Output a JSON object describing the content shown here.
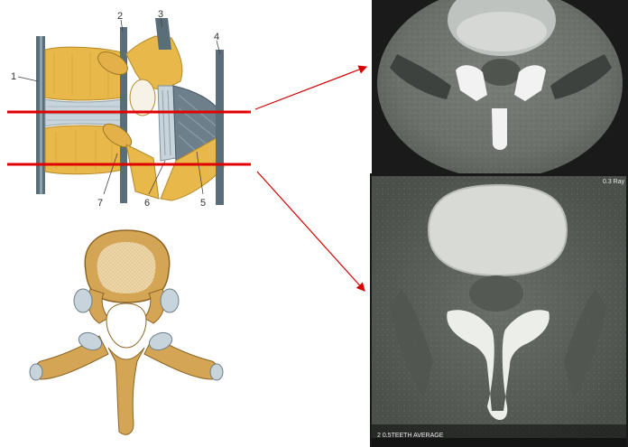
{
  "anatomy_labels": [
    "1",
    "2",
    "3",
    "4",
    "5",
    "6",
    "7"
  ],
  "ct_bottom": {
    "corner_label": "0.3 Ray",
    "footer_text": "2 0.5TEETH AVERAGE"
  },
  "colors": {
    "cut_line": "#e10000",
    "arrow": "#d40000",
    "bone": "#e8b84a",
    "disc": "#c8d4dc",
    "ligament": "#5a6e7a",
    "vertebra_bone": "#d4a555",
    "cancellous": "#e9d6ae",
    "ct_bone": "#f2f2f2",
    "ct_tissue": "#8a8f8a",
    "ct_background": "#1a1a1a"
  }
}
